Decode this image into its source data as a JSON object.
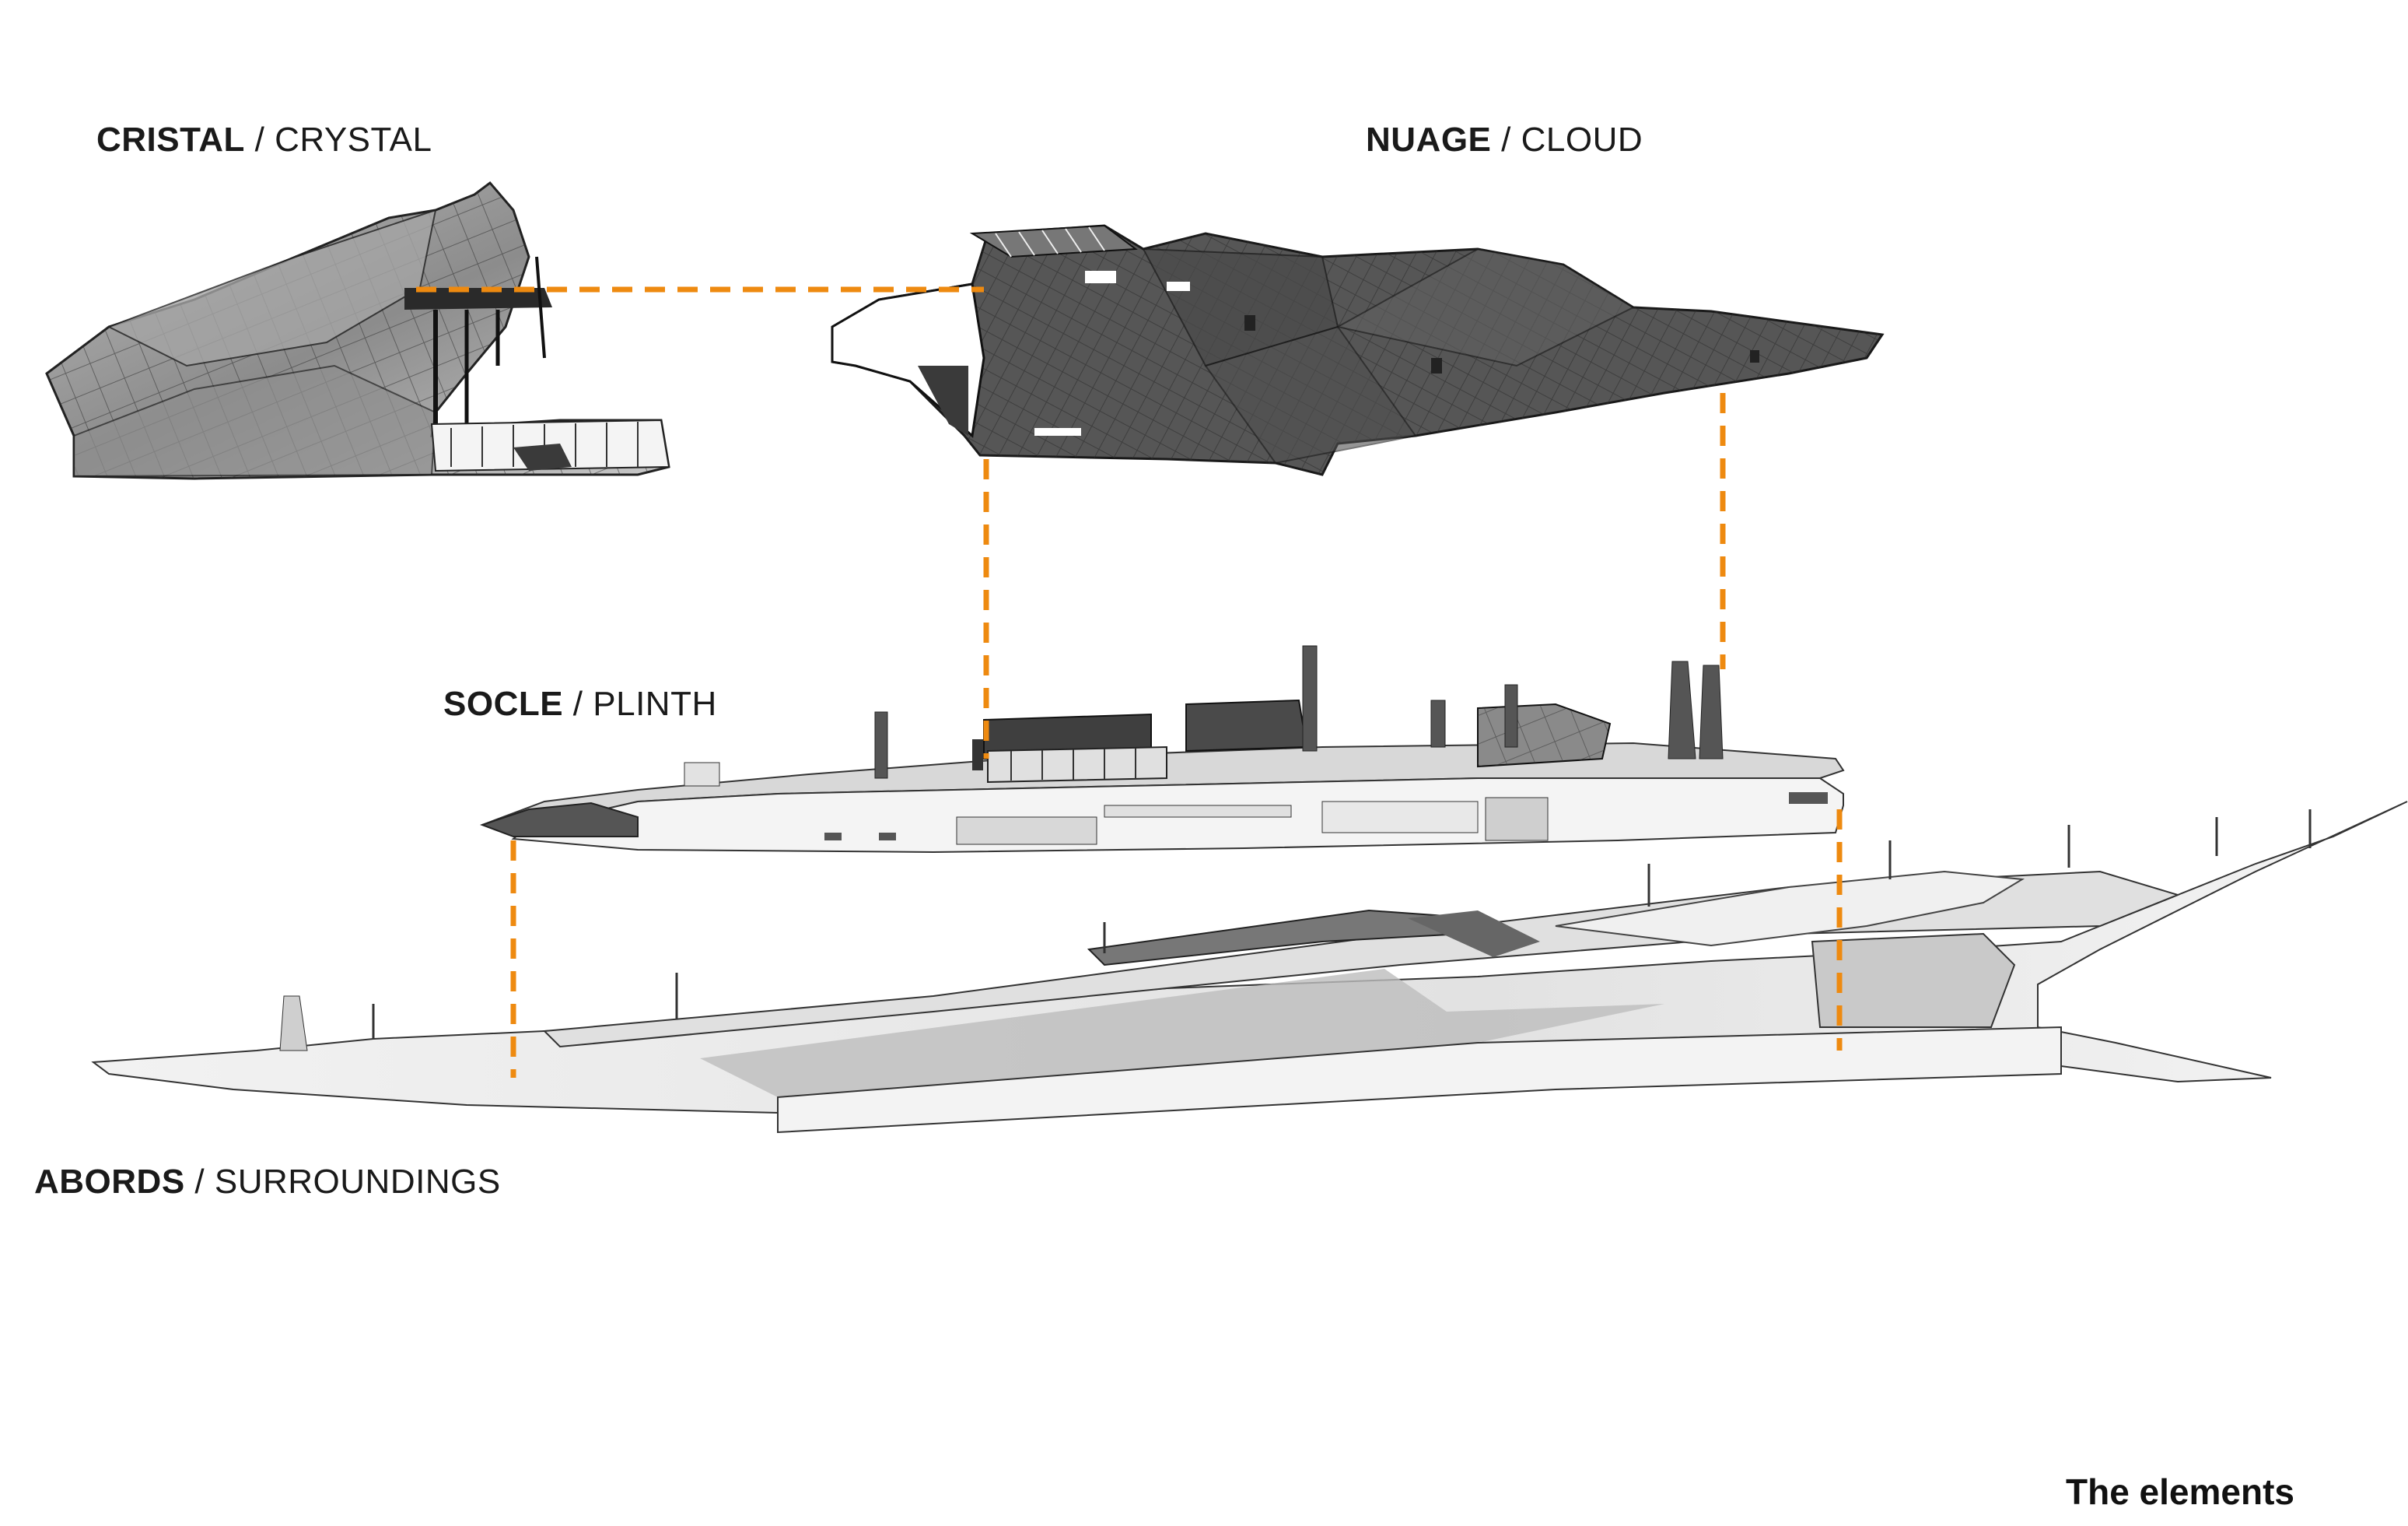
{
  "labels": {
    "crystal": {
      "bold": "CRISTAL",
      "separator": " / ",
      "regular": "CRYSTAL"
    },
    "cloud": {
      "bold": "NUAGE",
      "separator": " / ",
      "regular": "CLOUD"
    },
    "plinth": {
      "bold": "SOCLE",
      "separator": " / ",
      "regular": "PLINTH"
    },
    "surroundings": {
      "bold": "ABORDS",
      "separator": " / ",
      "regular": "SURROUNDINGS"
    }
  },
  "caption": "The elements",
  "colors": {
    "connector": "#ee8a10",
    "cloud_fill": "#5a5a5a",
    "crystal_fill": "#9a9a9a",
    "plinth_fill": "#eeeeee",
    "ground_fill": "#e9e9e9",
    "line": "#333333"
  }
}
